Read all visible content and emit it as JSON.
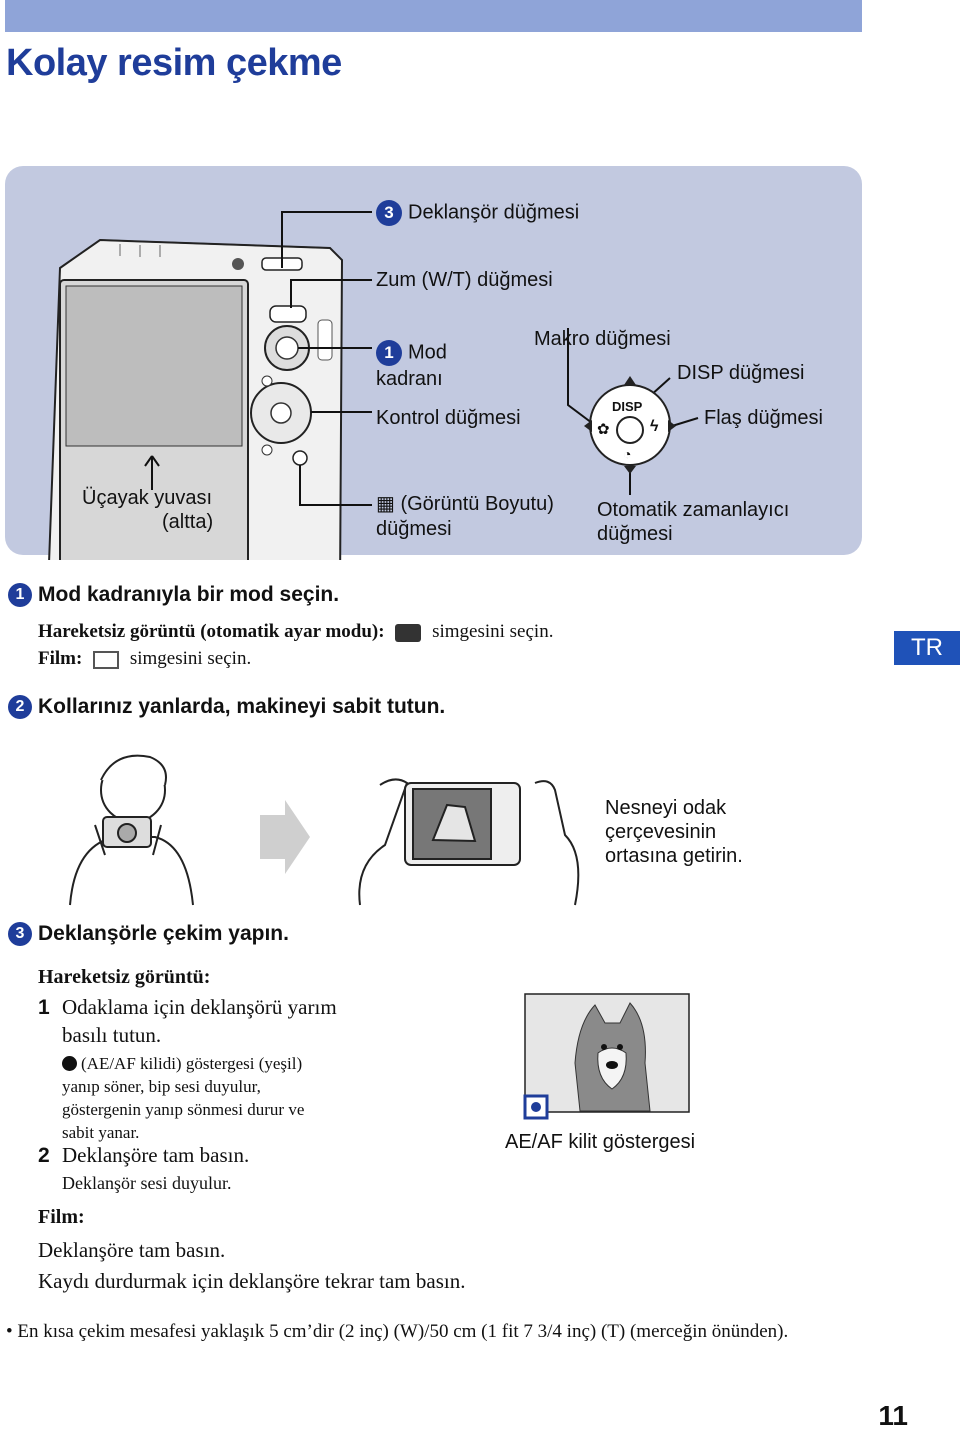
{
  "page": {
    "title": "Kolay resim çekme",
    "lang_tab": "TR",
    "page_number": "11",
    "colors": {
      "accent": "#1f3d9a",
      "panel": "#c2c9e0",
      "bar": "#8fa4d8",
      "tab": "#1f52b8"
    }
  },
  "diagram": {
    "labels": {
      "shutter_num": "3",
      "shutter": "Deklanşör düğmesi",
      "zoom": "Zum (W/T) düğmesi",
      "mode_num": "1",
      "mode_line1": "Mod",
      "mode_line2": "kadranı",
      "macro": "Makro düğmesi",
      "disp": "DISP düğmesi",
      "control": "Kontrol düğmesi",
      "flash": "Flaş düğmesi",
      "tripod_line1": "Üçayak yuvası",
      "tripod_line2": "(altta)",
      "imagesize_line1": "(Görüntü Boyutu)",
      "imagesize_line2": "düğmesi",
      "selftimer_line1": "Otomatik zamanlayıcı",
      "selftimer_line2": "düğmesi",
      "disp_glyph": "DISP"
    },
    "icons": [
      "image-size-icon",
      "macro-icon",
      "flash-icon",
      "self-timer-icon"
    ]
  },
  "steps": {
    "s1": {
      "num": "1",
      "heading": "Mod kadranıyla bir mod seçin.",
      "still_label": "Hareketsiz görüntü (otomatik ayar modu):",
      "still_text": "simgesini seçin.",
      "movie_label": "Film:",
      "movie_text": "simgesini seçin."
    },
    "s2": {
      "num": "2",
      "heading": "Kollarınız yanlarda, makineyi sabit tutun.",
      "caption_line1": "Nesneyi odak",
      "caption_line2": "çerçevesinin",
      "caption_line3": "ortasına getirin."
    },
    "s3": {
      "num": "3",
      "heading": "Deklanşörle çekim yapın.",
      "still_label": "Hareketsiz görüntü:",
      "item1_num": "1",
      "item1_line1": "Odaklama için deklanşörü yarım",
      "item1_line2": "basılı tutun.",
      "note_line1": "(AE/AF kilidi) göstergesi (yeşil)",
      "note_line2": "yanıp söner, bip sesi duyulur,",
      "note_line3": "göstergenin yanıp sönmesi durur ve",
      "note_line4": "sabit yanar.",
      "item2_num": "2",
      "item2": "Deklanşöre tam basın.",
      "item2_sub": "Deklanşör sesi duyulur.",
      "movie_label": "Film:",
      "movie_line1": "Deklanşöre tam basın.",
      "movie_line2": "Kaydı durdurmak için deklanşöre tekrar tam basın.",
      "aeaf_caption": "AE/AF kilit göstergesi"
    }
  },
  "footnote": "En kısa çekim mesafesi yaklaşık 5 cm’dir (2 inç) (W)/50 cm (1 fit 7 3/4 inç) (T) (merceğin önünden)."
}
